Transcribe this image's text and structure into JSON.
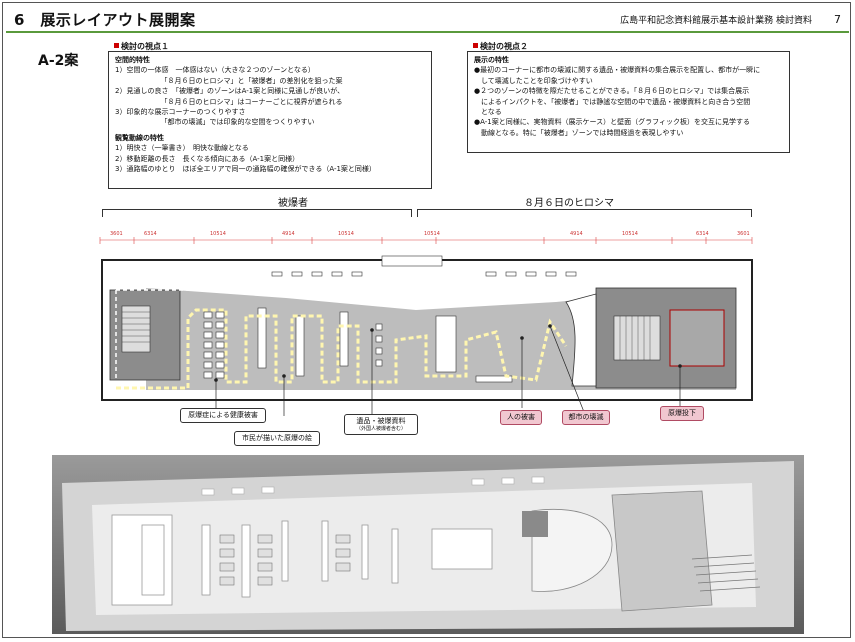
{
  "header": {
    "title": "6　展示レイアウト展開案",
    "right": "広島平和記念資料館展示基本設計業務 検討資料",
    "page": "7"
  },
  "plan_label": "A-2案",
  "view1": {
    "label": "検討の視点１",
    "h1": "空間的特性",
    "lines1": [
      "1）空間の一体感　一体感はない（大きな２つのゾーンとなる）",
      "　　　　　　　「８月６日のヒロシマ」と「被爆者」の差別化を狙った案",
      "2）見通しの良さ　「被爆者」のゾーンはA-1案と同様に見通しが良いが、",
      "　　　　　　　「８月６日のヒロシマ」はコーナーごとに視界が遮られる",
      "3）印象的な展示コーナーのつくりやすさ",
      "　　　　　　　「都市の壊滅」では印象的な空間をつくりやすい"
    ],
    "h2": "観覧動線の特性",
    "lines2": [
      "1）明快さ（一筆書き）　明快な動線となる",
      "2）移動距離の長さ　長くなる傾向にある（A-1案と同様）",
      "3）通路幅のゆとり　ほぼ全エリアで同一の通路幅の確保ができる（A-1案と同様）"
    ]
  },
  "view2": {
    "label": "検討の視点２",
    "h1": "展示の特性",
    "lines": [
      "●最初のコーナーに都市の壊滅に関する遺品・被爆資料の集合展示を配置し、都市が一瞬に",
      "　して壊滅したことを印象づけやすい",
      "●２つのゾーンの特徴を際だたせることができる。「８月６日のヒロシマ」では集合展示",
      "　によるインパクトを、「被爆者」では静謐な空間の中で遺品・被爆資料と向き合う空間",
      "　となる",
      "●A-1案と同様に、実物資料（展示ケース）と壁面（グラフィック板）を交互に見学する",
      "　動線となる。特に「被爆者」ゾーンでは時間経過を表現しやすい"
    ]
  },
  "zones": {
    "left": "被爆者",
    "right": "８月６日のヒロシマ"
  },
  "dimensions": [
    "3601",
    "6314",
    "10514",
    "4914",
    "10514",
    "10514",
    "4914",
    "10514",
    "6314",
    "3601"
  ],
  "callouts": {
    "c1": "原爆症による健康被害",
    "c2": "市民が描いた原爆の絵",
    "c3": "遺品・被爆資料",
    "c3_sub": "（外国人被爆者含む）",
    "p1": "人の被害",
    "p2": "都市の壊滅",
    "p3": "原爆投下"
  },
  "colors": {
    "header_line": "#5a9a3c",
    "pink_callout": "#f1c7d0",
    "red_marker": "#cc0000"
  }
}
